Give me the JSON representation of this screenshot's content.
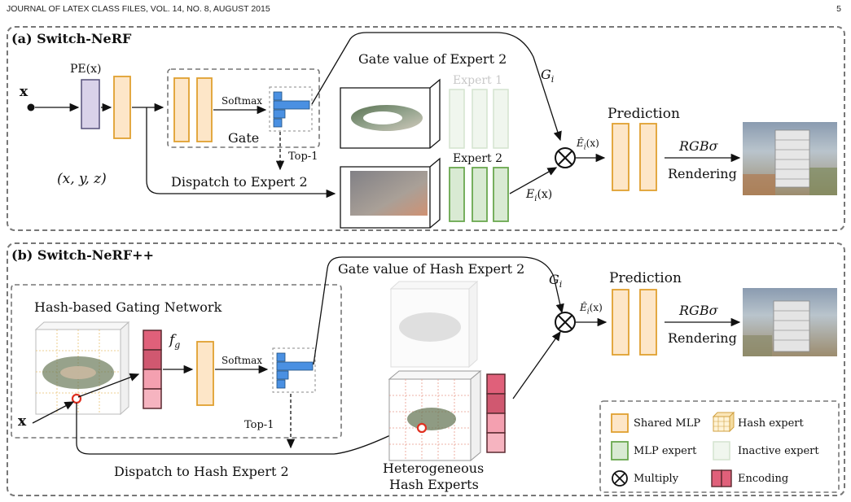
{
  "header": {
    "left": "JOURNAL OF LATEX CLASS FILES, VOL. 14, NO. 8, AUGUST 2015",
    "page_number": "5"
  },
  "panel_a": {
    "title": "(a) Switch-NeRF",
    "input_symbol": "x",
    "pe_label": "PE(x)",
    "softmax": "Softmax",
    "gate": "Gate",
    "top1": "Top-1",
    "coords": "(x, y, z)",
    "dispatch": "Dispatch to Expert 2",
    "gate_value": "Gate value of Expert 2",
    "expert1": "Expert 1",
    "expert2": "Expert 2",
    "gi": "G",
    "gi_sub": "i",
    "ei": "E",
    "ei_sub": "i",
    "ei_arg": "(x)",
    "ehat": "Ê",
    "ehat_sub": "i",
    "ehat_arg": "(x)",
    "prediction": "Prediction",
    "rgb": "RGBσ",
    "rendering": "Rendering"
  },
  "panel_b": {
    "title": "(b) Switch-NeRF++",
    "gating_network": "Hash-based Gating Network",
    "fg": "f",
    "fg_sub": "g",
    "softmax": "Softmax",
    "top1": "Top-1",
    "input_symbol": "x",
    "dispatch": "Dispatch to Hash Expert 2",
    "gate_value": "Gate value of Hash Expert 2",
    "hetero": "Heterogeneous",
    "hash_experts": "Hash Experts",
    "gi": "G",
    "gi_sub": "i",
    "ehat": "Ê",
    "ehat_sub": "i",
    "ehat_arg": "(x)",
    "prediction": "Prediction",
    "rgb": "RGBσ",
    "rendering": "Rendering"
  },
  "legend": {
    "shared_mlp": "Shared MLP",
    "hash_expert": "Hash expert",
    "mlp_expert": "MLP expert",
    "inactive_expert": "Inactive expert",
    "multiply": "Multiply",
    "encoding": "Encoding"
  },
  "colors": {
    "shared_mlp_fill": "#fde6c8",
    "shared_mlp_stroke": "#e0a030",
    "mlp_expert_fill": "#d9ead3",
    "mlp_expert_stroke": "#6aa84f",
    "inactive_fill": "#f0f6ee",
    "inactive_stroke": "#d4e4cf",
    "pe_fill": "#d9d2e9",
    "pe_stroke": "#55507a",
    "encoding_fill": "#f4b0b8",
    "encoding_stroke": "#5a2a30",
    "gate_bar": "#4a90e2"
  }
}
